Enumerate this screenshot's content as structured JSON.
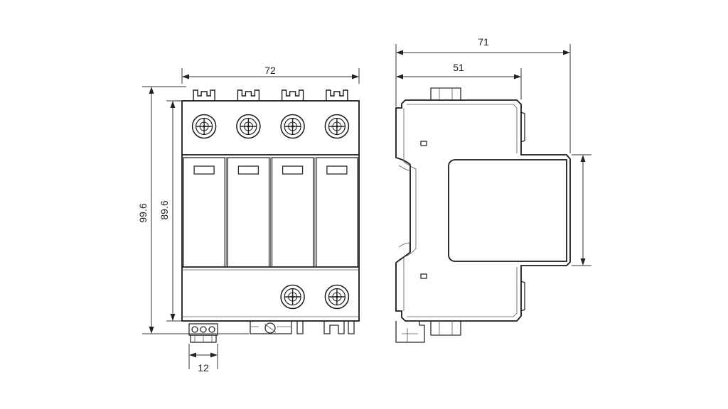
{
  "dimensions": {
    "front_width": "72",
    "front_height_total": "99.6",
    "front_height_body": "89.6",
    "terminal_width": "12",
    "side_depth_total": "71",
    "side_depth_body": "51"
  },
  "front_view": {
    "poles": 4,
    "bottom_terminals": 2
  },
  "colors": {
    "line": "#1a1a1a",
    "background": "#ffffff"
  }
}
